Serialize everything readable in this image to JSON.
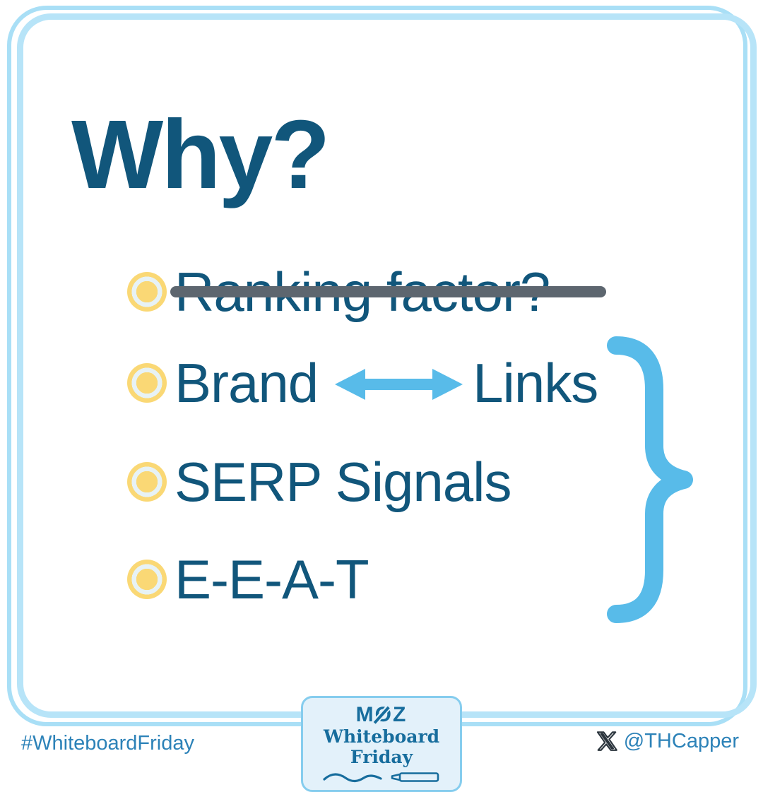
{
  "title": "Why?",
  "list": {
    "items": [
      {
        "text": "Ranking factor?",
        "style": "strikethrough"
      },
      {
        "left": "Brand",
        "right": "Links",
        "connector": "double-arrow"
      },
      {
        "text": "SERP Signals",
        "style": "normal"
      },
      {
        "text": "E-E-A-T",
        "style": "normal"
      }
    ]
  },
  "footer": {
    "hashtag": "#WhiteboardFriday",
    "badge": {
      "brand": "MOZ",
      "series": "Whiteboard Friday"
    },
    "social": {
      "icon": "x-logo",
      "handle": "@THCapper"
    }
  },
  "colors": {
    "text_dark_blue": "#11567B",
    "accent_sky_blue": "#58BBE9",
    "bullet_yellow": "#FAD875",
    "bullet_ring": "#E7F2F5",
    "strikethrough_gray": "#5D666F",
    "frame_light_blue": "#B0E1F7",
    "footer_link_blue": "#2C82B8",
    "badge_background": "#E3F1FA",
    "badge_border": "#86CDEE",
    "moz_blue": "#176D9D"
  }
}
